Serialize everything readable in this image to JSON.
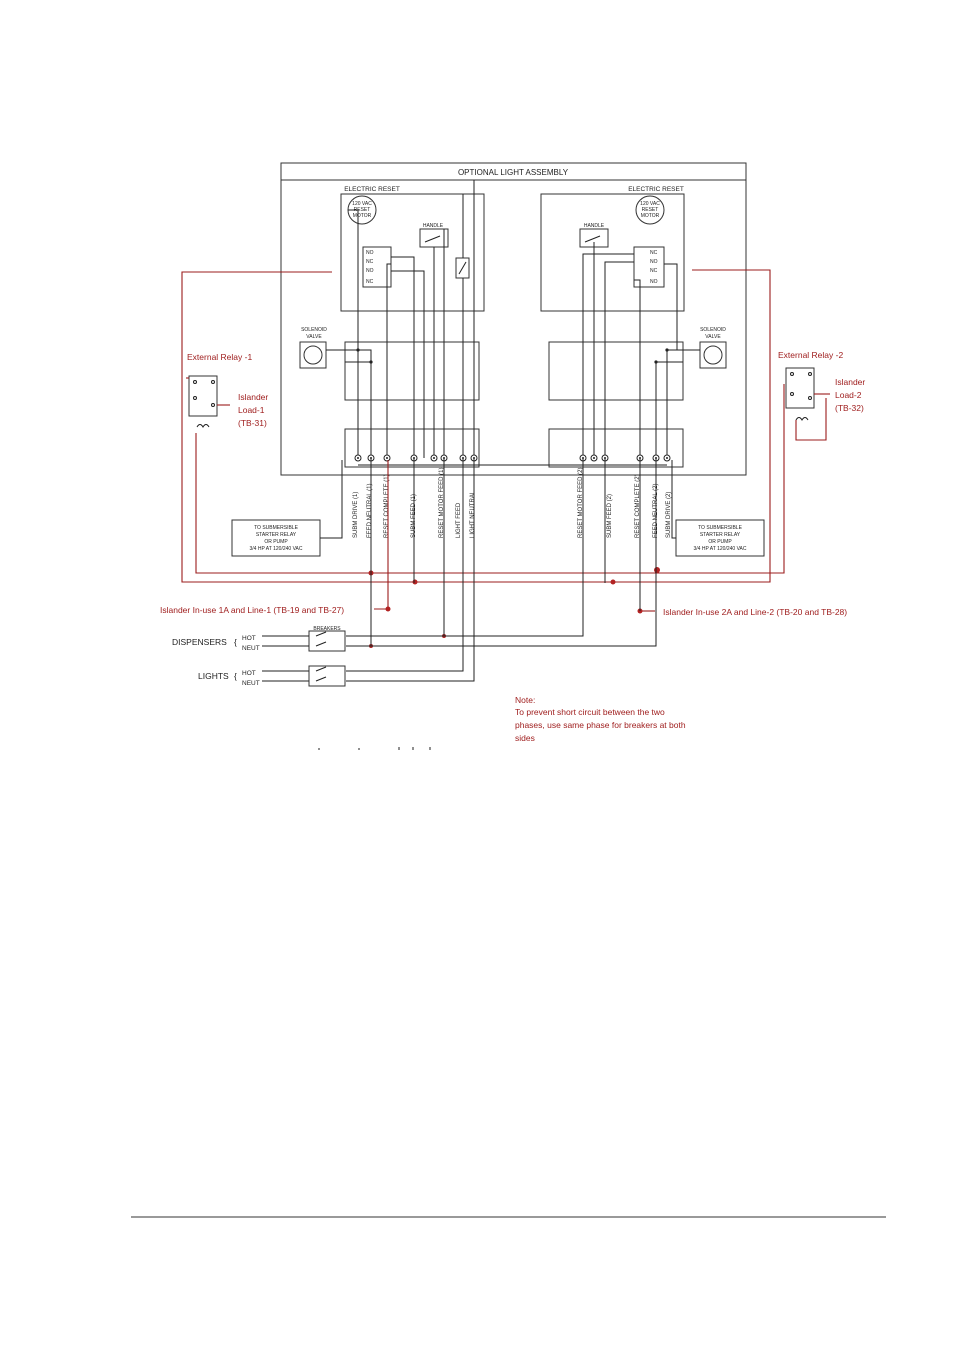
{
  "diagram": {
    "top_box_title": "OPTIONAL LIGHT ASSEMBLY",
    "left_reset_title": "ELECTRIC RESET",
    "right_reset_title": "ELECTRIC RESET",
    "motor_line1": "120 VAC",
    "motor_line2": "RESET",
    "motor_line3": "MOTOR",
    "handle_label": "HANDLE",
    "no_label": "NO",
    "nc_label": "NC",
    "solenoid_line1": "SOLENOID",
    "solenoid_line2": "VALVE",
    "external_relay_1": "External Relay -1",
    "external_relay_2": "External Relay -2",
    "islander_load_1": [
      "Islander",
      "Load-1",
      "(TB-31)"
    ],
    "islander_load_2": [
      "Islander",
      "Load-2",
      "(TB-32)"
    ],
    "left_terminals": [
      "SUBM DRIVE (1)",
      "FEED NEUTRAL (1)",
      "RESET COMPLETE (1)",
      "SUBM FEED (1)",
      "RESET MOTOR FEED (1)",
      "LIGHT FEED",
      "LIGHT NEUTRAL"
    ],
    "right_terminals": [
      "RESET MOTOR FEED (2)",
      "SUBM FEED (2)",
      "RESET COMPLETE (2)",
      "FEED NEUTRAL (2)",
      "SUBM DRIVE (2)"
    ],
    "starter_box": [
      "TO SUBMERSIBLE",
      "STARTER RELAY",
      "OR PUMP",
      "3/4 HP AT 120/240 VAC"
    ],
    "in_use_1": "Islander In-use 1A and Line-1 (TB-19 and TB-27)",
    "in_use_2": "Islander In-use 2A and Line-2 (TB-20 and TB-28)",
    "breakers_label": "BREAKERS",
    "dispensers_label": "DISPENSERS",
    "lights_label": "LIGHTS",
    "hot_label": "HOT",
    "neut_label": "NEUT",
    "note_title": "Note:",
    "note_lines": [
      "To prevent short circuit between the two",
      "phases, use same phase for breakers at both",
      "sides"
    ]
  },
  "colors": {
    "annotation": "#a02020",
    "lines": "#222222"
  }
}
